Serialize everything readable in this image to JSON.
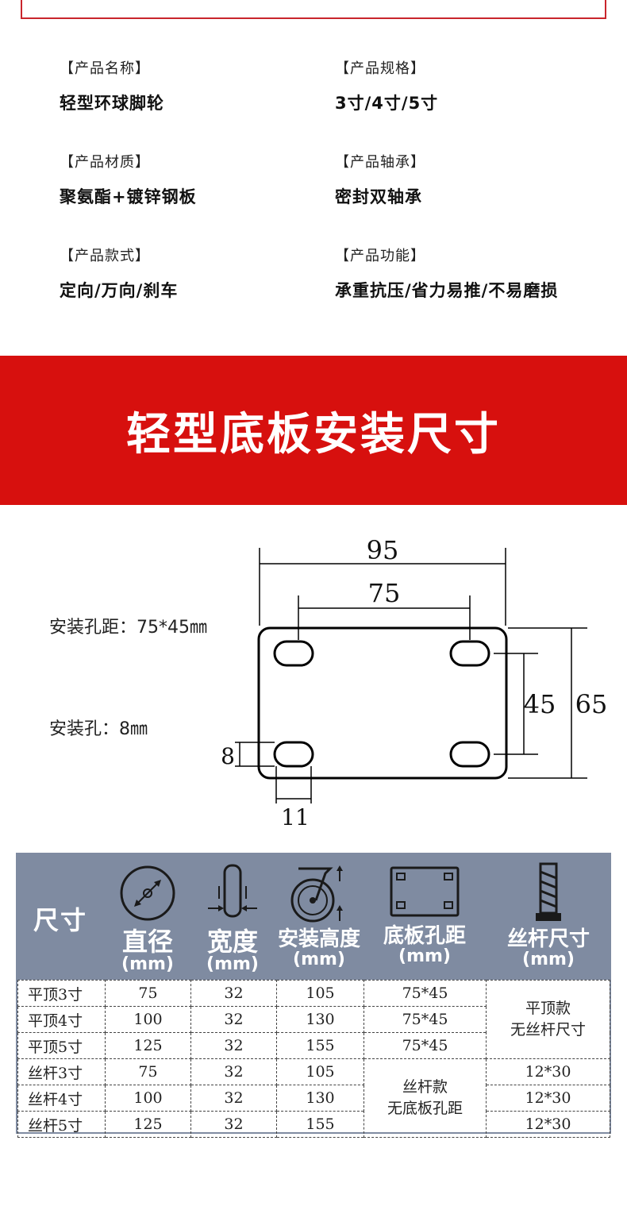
{
  "specs": [
    {
      "label": "【产品名称】",
      "value": "轻型环球脚轮"
    },
    {
      "label": "【产品规格】",
      "value": "3寸/4寸/5寸"
    },
    {
      "label": "【产品材质】",
      "value": "聚氨酯+镀锌钢板"
    },
    {
      "label": "【产品轴承】",
      "value": "密封双轴承"
    },
    {
      "label": "【产品款式】",
      "value": "定向/万向/刹车"
    },
    {
      "label": "【产品功能】",
      "value": "承重抗压/省力易推/不易磨损"
    }
  ],
  "banner": {
    "title": "轻型底板安装尺寸"
  },
  "diagram": {
    "hole_spacing_label": "安装孔距：75*45㎜",
    "hole_size_label": "安装孔：8㎜",
    "dims": {
      "plate_width": "95",
      "hole_spacing_x": "75",
      "hole_spacing_y": "45",
      "plate_height": "65",
      "hole_height": "8",
      "hole_width": "11"
    }
  },
  "table": {
    "size_label": "尺寸",
    "headers": [
      {
        "name": "直径",
        "unit": "(mm)",
        "icon": "wheel-diameter-icon"
      },
      {
        "name": "宽度",
        "unit": "(mm)",
        "icon": "wheel-width-icon"
      },
      {
        "name": "安装高度",
        "unit": "(mm)",
        "icon": "caster-height-icon"
      },
      {
        "name": "底板孔距",
        "unit": "(mm)",
        "icon": "base-plate-icon"
      },
      {
        "name": "丝杆尺寸",
        "unit": "(mm)",
        "icon": "threaded-stem-icon"
      }
    ],
    "rows": [
      {
        "name": "平顶3寸",
        "diameter": "75",
        "width": "32",
        "height": "105",
        "spacing": "75*45"
      },
      {
        "name": "平顶4寸",
        "diameter": "100",
        "width": "32",
        "height": "130",
        "spacing": "75*45"
      },
      {
        "name": "平顶5寸",
        "diameter": "125",
        "width": "32",
        "height": "155",
        "spacing": "75*45"
      },
      {
        "name": "丝杆3寸",
        "diameter": "75",
        "width": "32",
        "height": "105",
        "stem": "12*30"
      },
      {
        "name": "丝杆4寸",
        "diameter": "100",
        "width": "32",
        "height": "130",
        "stem": "12*30"
      },
      {
        "name": "丝杆5寸",
        "diameter": "125",
        "width": "32",
        "height": "155",
        "stem": "12*30"
      }
    ],
    "flat_top_stem_note": [
      "平顶款",
      "无丝杆尺寸"
    ],
    "stem_spacing_note": [
      "丝杆款",
      "无底板孔距"
    ]
  }
}
